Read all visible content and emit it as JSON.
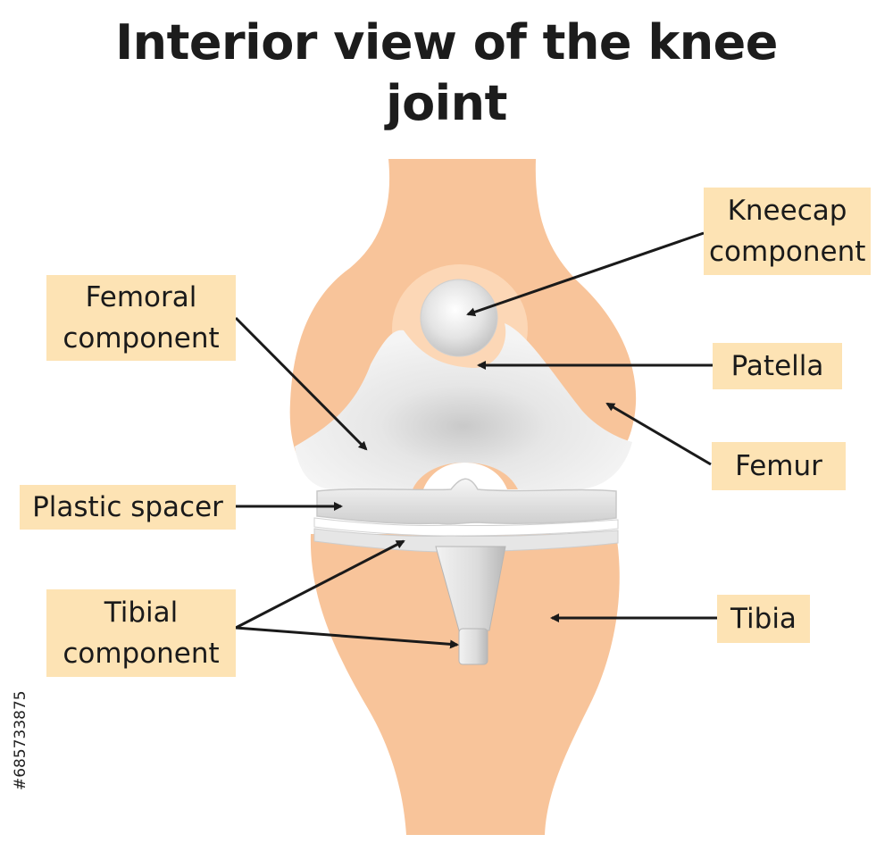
{
  "title": {
    "line1": "Interior view of the knee",
    "line2": "joint"
  },
  "labels": {
    "kneecap_component": {
      "line1": "Kneecap",
      "line2": "component"
    },
    "femoral_component": {
      "line1": "Femoral",
      "line2": "component"
    },
    "patella": "Patella",
    "femur": "Femur",
    "plastic_spacer": "Plastic spacer",
    "tibial_component": {
      "line1": "Tibial",
      "line2": "component"
    },
    "tibia": "Tibia"
  },
  "stock_id": "#685733875",
  "colors": {
    "bone": "#f8c49a",
    "bone_light": "#fcd7b6",
    "implant": "#ededed",
    "label_bg": "#fde3b4",
    "arrow": "#1a1a1a"
  }
}
